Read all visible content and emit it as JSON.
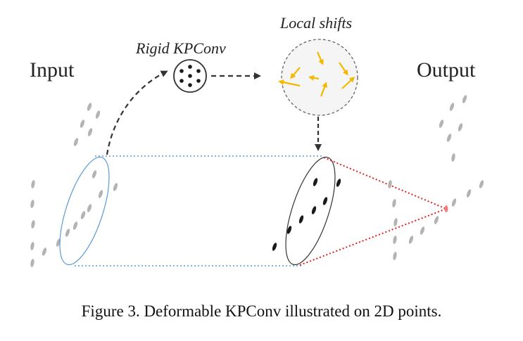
{
  "labels": {
    "input": "Input",
    "output": "Output",
    "rigid": "Rigid KPConv",
    "shifts": "Local shifts"
  },
  "caption": "Figure 3. Deformable KPConv illustrated on 2D points.",
  "colors": {
    "input_points": "#b3b3b3",
    "output_points": "#b3b3b3",
    "kernel_points": "#1a1a1a",
    "input_ellipse": "#5b9bd5",
    "connector_blue": "#5b9bd5",
    "connector_red": "#e02020",
    "shift_arrows": "#f5b800",
    "arrow_dark": "#333333",
    "output_point": "#f08080"
  }
}
